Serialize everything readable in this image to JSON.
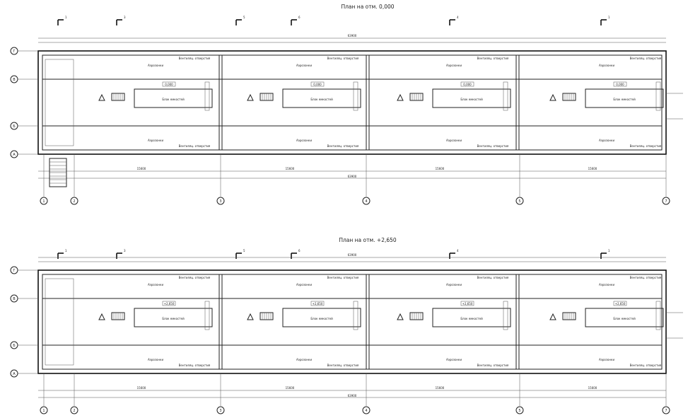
{
  "plans": [
    {
      "title": "План на отм. 0,000",
      "axes_rows": [
        "Г",
        "В",
        "Б",
        "А"
      ],
      "axes_cols": [
        "1",
        "2",
        "3",
        "4",
        "5",
        "7"
      ],
      "room_labels": [
        "Аэрозонки",
        "Аэрозонки",
        "Аэрозонки",
        "Аэрозонки",
        "Аэрозонки",
        "Аэрозонки",
        "Аэрозонки",
        "Аэрозонки"
      ],
      "block_labels": [
        "Блок емкостей",
        "Блок емкостей",
        "Блок емкостей",
        "Блок емкостей"
      ],
      "notes": [
        "Вентиляц. отверстия",
        "Вентиляц. отверстия",
        "Вентиляц. отверстия",
        "Вентиляц. отверстия",
        "Вентиляц. отверстия",
        "Вентиляц. отверстия",
        "Вентиляц. отверстия",
        "Вентиляц. отверстия"
      ],
      "levels": [
        "0,000",
        "0,000",
        "0,000",
        "0,000"
      ],
      "total_dim": "63900",
      "bay_dims": [
        "15600",
        "15600",
        "15600",
        "15600"
      ],
      "section_marks": [
        "1",
        "3",
        "5",
        "6",
        "4"
      ]
    },
    {
      "title": "План на отм. +2,650",
      "axes_rows": [
        "Г",
        "В",
        "Б",
        "А"
      ],
      "axes_cols": [
        "1",
        "2",
        "3",
        "4",
        "5",
        "7"
      ],
      "room_labels": [
        "Аэрозонки",
        "Аэрозонки",
        "Аэрозонки",
        "Аэрозонки",
        "Аэрозонки",
        "Аэрозонки",
        "Аэрозонки",
        "Аэрозонки"
      ],
      "block_labels": [
        "Блок емкостей",
        "Блок емкостей",
        "Блок емкостей",
        "Блок емкостей"
      ],
      "notes": [
        "Вентиляц. отверстия",
        "Вентиляц. отверстия",
        "Вентиляц. отверстия",
        "Вентиляц. отверстия",
        "Вентиляц. отверстия",
        "Вентиляц. отверстия",
        "Вентиляц. отверстия",
        "Вентиляц. отверстия"
      ],
      "levels": [
        "+2,650",
        "+2,650",
        "+2,650",
        "+2,650"
      ],
      "total_dim": "63900",
      "bay_dims": [
        "15600",
        "15600",
        "15600",
        "15600"
      ],
      "section_marks": [
        "1",
        "3",
        "5",
        "6",
        "4"
      ]
    }
  ]
}
